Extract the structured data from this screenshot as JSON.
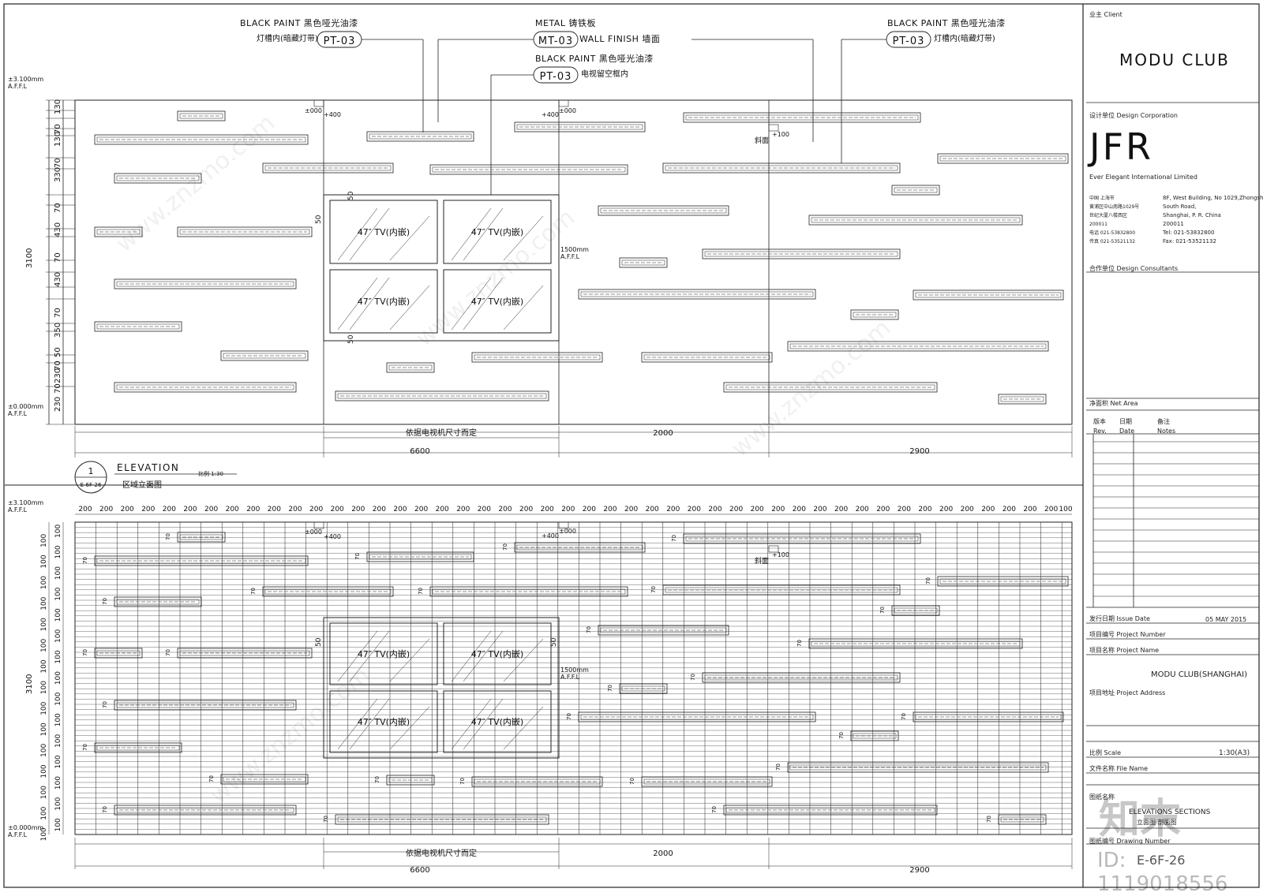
{
  "callouts": {
    "pt_left_line1": "BLACK PAINT  黑色哑光油漆",
    "pt_left_code": "PT-03",
    "pt_left_line2": "灯槽内(暗藏灯带)",
    "mt_line1": "METAL  铸铁板",
    "mt_code": "MT-03",
    "mt_line2": "WALL FINISH  墙面",
    "pt_mid_line1": "BLACK PAINT  黑色哑光油漆",
    "pt_mid_code": "PT-03",
    "pt_mid_line2": "电视留空框内",
    "pt_right_line1": "BLACK PAINT  黑色哑光油漆",
    "pt_right_code": "PT-03",
    "pt_right_line2": "灯槽内(暗藏灯带)"
  },
  "elevation_top": {
    "level_top": "±3.100mm",
    "level_top_sub": "A.F.F.L",
    "level_bottom": "±0.000mm",
    "level_bottom_sub": "A.F.F.L",
    "level_tv": "1500mm",
    "level_tv_sub": "A.F.F.L",
    "height_total": "3100",
    "vertical_dims": [
      "130",
      "70",
      "130",
      "70",
      "330",
      "70",
      "430",
      "70",
      "430",
      "70",
      "350",
      "50",
      "70",
      "230",
      "70",
      "230",
      "70",
      "300"
    ],
    "marks": [
      "±000",
      "+400",
      "+400",
      "±000",
      "斜面",
      "+100"
    ],
    "tv_labels": [
      "47″ TV(内嵌)",
      "47″ TV(内嵌)",
      "47″ TV(内嵌)",
      "47″ TV(内嵌)"
    ],
    "tv_side_dims": [
      "50",
      "50",
      "50"
    ],
    "dim_note": "依据电视机尺寸而定",
    "dim_2000": "2000",
    "dim_6600": "6600",
    "dim_2900": "2900",
    "title_number": "1",
    "title_ref": "E-6F-26",
    "title_en": "ELEVATION",
    "title_cn": "区域立面图",
    "scale": "比例 1:30"
  },
  "elevation_bottom": {
    "level_top": "±3.100mm",
    "level_top_sub": "A.F.F.L",
    "level_bottom": "±0.000mm",
    "level_bottom_sub": "A.F.F.L",
    "level_tv": "1500mm",
    "level_tv_sub": "A.F.F.L",
    "height_total": "3100",
    "grid_top_dim": "200",
    "grid_end_dim": "100",
    "grid_side_dim": "100",
    "marks": [
      "±000",
      "+400",
      "+400",
      "±000",
      "斜面",
      "+100"
    ],
    "tv_labels": [
      "47″ TV(内嵌)",
      "47″ TV(内嵌)",
      "47″ TV(内嵌)",
      "47″ TV(内嵌)"
    ],
    "dim_note": "依据电视机尺寸而定",
    "dim_2000": "2000",
    "dim_6600": "6600",
    "dim_2900": "2900",
    "slot_dim": "70",
    "tv_side_dim": "50"
  },
  "title_block": {
    "client_label": "业主  Client",
    "client_name": "MODU CLUB",
    "design_corp_label": "设计单位  Design Corporation",
    "logo": "JFR",
    "company": "Ever Elegant International Limited",
    "addr_cn_1": "中国 上海市",
    "addr_cn_2": "黄浦区中山南路1029号",
    "addr_cn_3": "世纪大厦八楼西区",
    "addr_cn_4": "200011",
    "addr_cn_5": "电话 021-53832800",
    "addr_cn_6": "传真 021-53521132",
    "addr_en_1": "8F, West Building, No 1029,Zhongshan",
    "addr_en_2": "South Road,",
    "addr_en_3": "Shanghai, P. R. China",
    "addr_en_4": "200011",
    "addr_en_5": "Tel: 021-53832800",
    "addr_en_6": "Fax: 021-53521132",
    "consultants_label": "合作单位  Design Consultants",
    "net_area_label": "净面积  Net Area",
    "rev_cn": "版本",
    "rev_en": "Rev.",
    "date_cn": "日期",
    "date_en": "Date",
    "notes_cn": "备注",
    "notes_en": "Notes",
    "issue_date_label": "发行日期  Issue Date",
    "issue_date": "05 MAY 2015",
    "project_number_label": "项目编号  Project Number",
    "project_name_label": "项目名称  Project Name",
    "project_name": "MODU CLUB(SHANGHAI)",
    "project_address_label": "项目地址  Project Address",
    "scale_label": "比例  Scale",
    "scale": "1:30(A3)",
    "file_name_label": "文件名称  File Name",
    "drawing_title_label": "图纸名称",
    "drawing_title": "ELEVATIONS  SECTIONS",
    "drawing_title_cn": "立面图  剖面图",
    "drawing_number_label": "图纸编号  Drawing Number",
    "drawing_number": "E-6F-26"
  },
  "watermark": {
    "text": "www.znzmo.com",
    "logo_cn": "知末",
    "id": "ID: 1119018556"
  }
}
